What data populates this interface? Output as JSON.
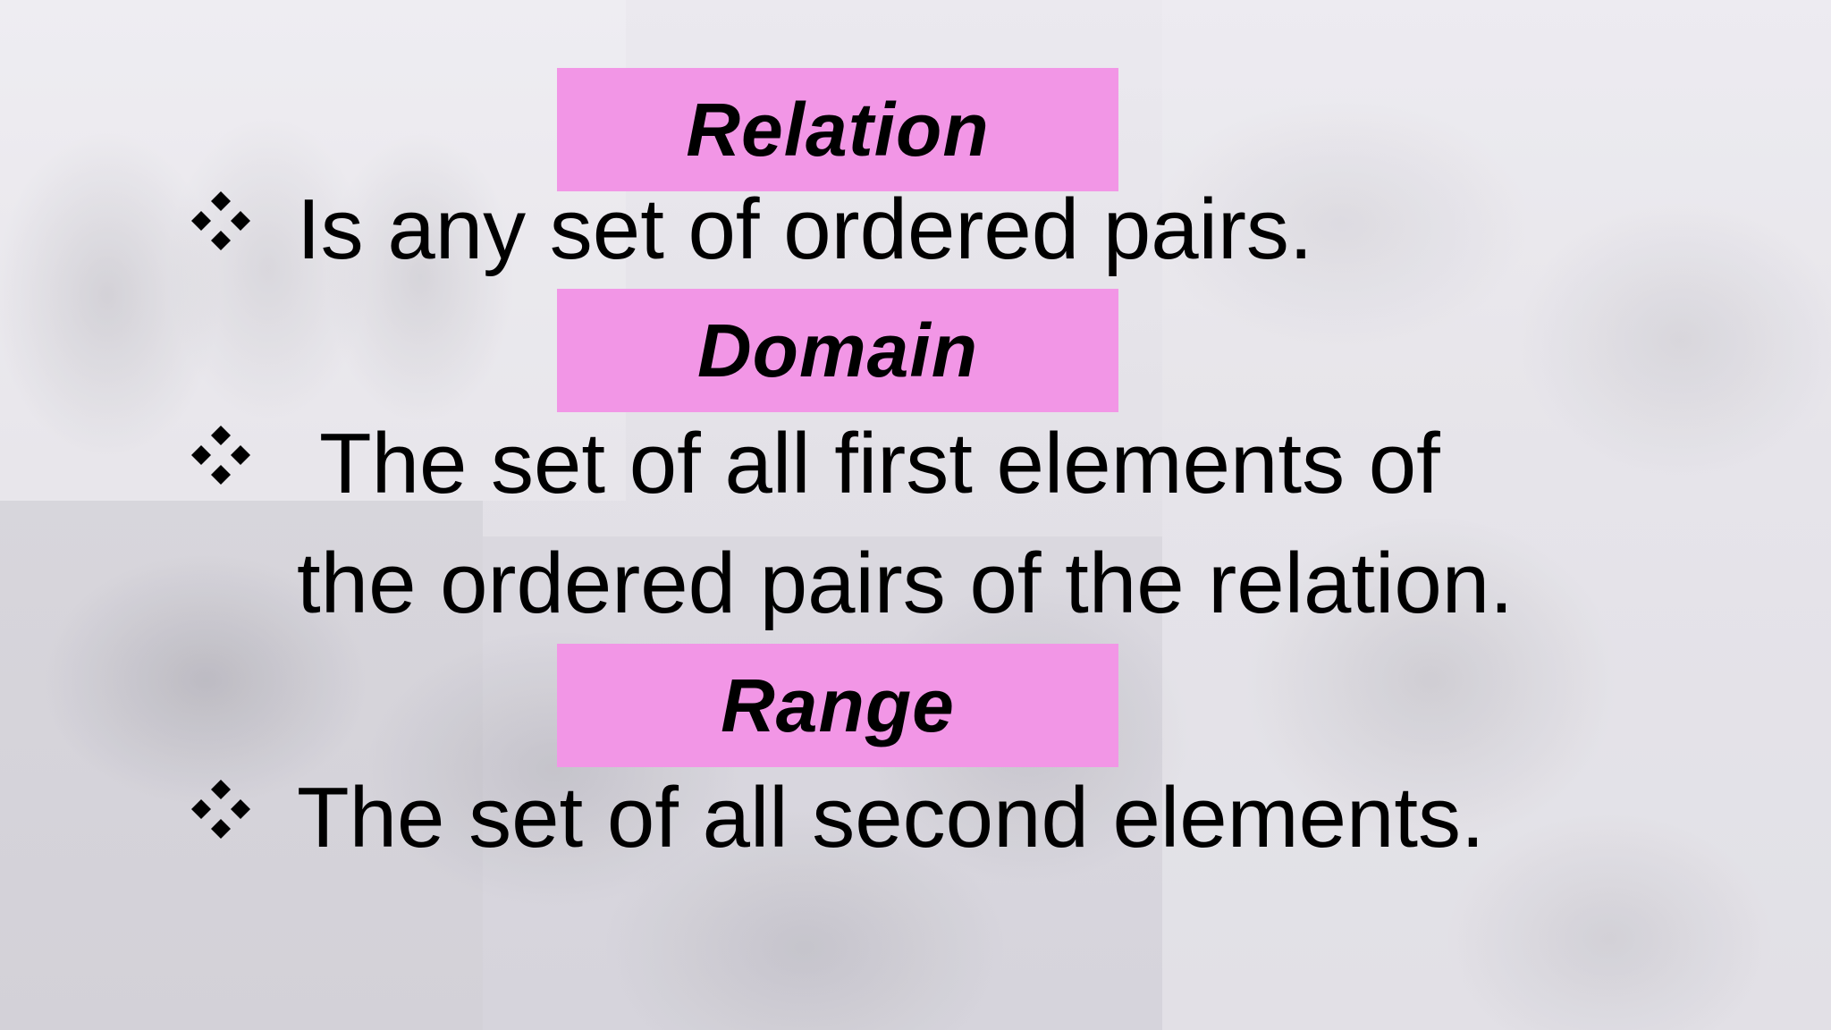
{
  "sections": [
    {
      "heading": "Relation",
      "lines": [
        "Is any set of ordered pairs."
      ]
    },
    {
      "heading": "Domain",
      "lines": [
        " The set of all first elements of",
        "the ordered pairs of the relation."
      ]
    },
    {
      "heading": "Range",
      "lines": [
        "The set of all second elements."
      ]
    }
  ],
  "colors": {
    "heading_box": "#f296e6",
    "text": "#000000"
  },
  "icons": {
    "bullet": "four-diamond-bullet-icon"
  }
}
